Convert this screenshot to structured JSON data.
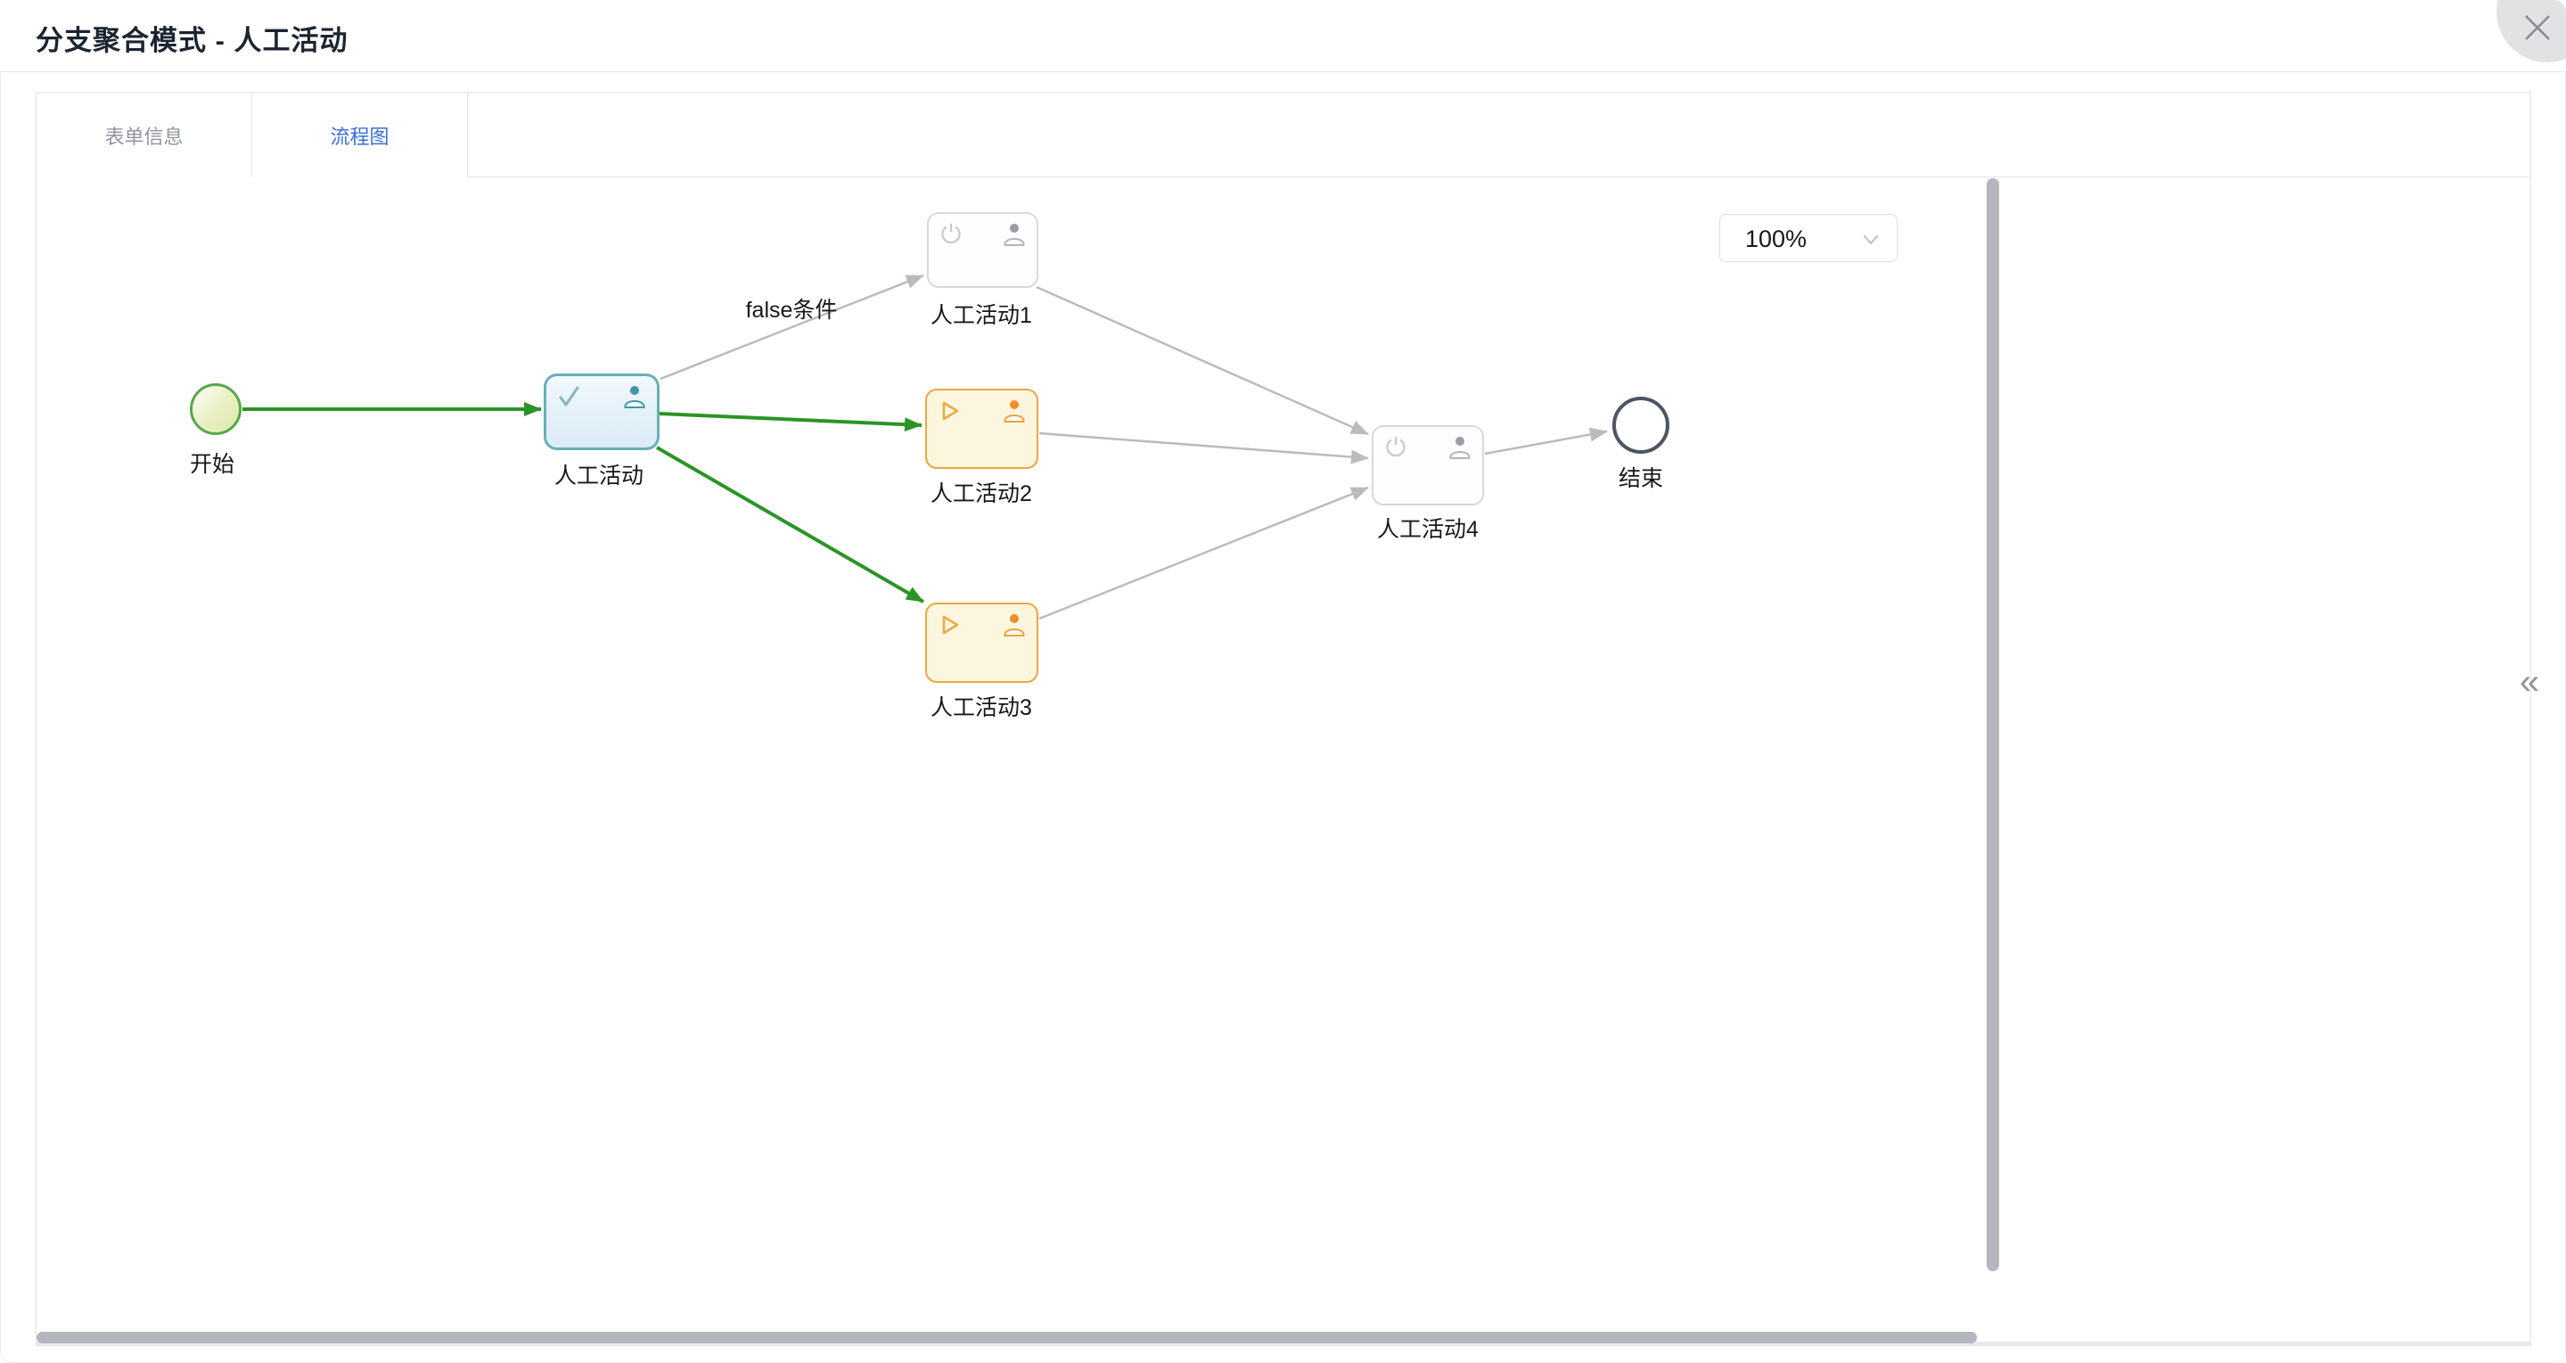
{
  "window": {
    "title": "分支聚合模式 - 人工活动"
  },
  "tabs": [
    {
      "label": "表单信息",
      "active": false
    },
    {
      "label": "流程图",
      "active": true
    }
  ],
  "canvas_toolbar": {
    "zoom_value": "100%"
  },
  "side_panel": {
    "collapse_glyph": "«"
  },
  "diagram": {
    "nodes": [
      {
        "id": "start",
        "type": "start-event",
        "label": "开始",
        "status": "completed"
      },
      {
        "id": "user-task",
        "type": "user-task",
        "label": "人工活动",
        "status": "completed",
        "corner_icon": "check-icon",
        "person_icon": "user-icon"
      },
      {
        "id": "user-task-1",
        "type": "user-task",
        "label": "人工活动1",
        "status": "not-activated",
        "corner_icon": "power-icon",
        "person_icon": "user-icon"
      },
      {
        "id": "user-task-2",
        "type": "user-task",
        "label": "人工活动2",
        "status": "running",
        "corner_icon": "play-icon",
        "person_icon": "user-icon"
      },
      {
        "id": "user-task-3",
        "type": "user-task",
        "label": "人工活动3",
        "status": "running",
        "corner_icon": "play-icon",
        "person_icon": "user-icon"
      },
      {
        "id": "user-task-4",
        "type": "user-task",
        "label": "人工活动4",
        "status": "not-activated",
        "corner_icon": "power-icon",
        "person_icon": "user-icon"
      },
      {
        "id": "end",
        "type": "end-event",
        "label": "结束",
        "status": "not-activated"
      }
    ],
    "edges": [
      {
        "from": "start",
        "to": "user-task",
        "taken": true,
        "label": ""
      },
      {
        "from": "user-task",
        "to": "user-task-1",
        "taken": false,
        "label": "false条件"
      },
      {
        "from": "user-task",
        "to": "user-task-2",
        "taken": true,
        "label": ""
      },
      {
        "from": "user-task",
        "to": "user-task-3",
        "taken": true,
        "label": ""
      },
      {
        "from": "user-task-1",
        "to": "user-task-4",
        "taken": false,
        "label": ""
      },
      {
        "from": "user-task-2",
        "to": "user-task-4",
        "taken": false,
        "label": ""
      },
      {
        "from": "user-task-3",
        "to": "user-task-4",
        "taken": false,
        "label": ""
      },
      {
        "from": "user-task-4",
        "to": "end",
        "taken": false,
        "label": ""
      }
    ]
  },
  "colors": {
    "taken_edge": "#2b9426",
    "untaken_edge": "#b9bbc0",
    "active_tab_text": "#3a6fd4",
    "inactive_tab_text": "#8f949c",
    "completed_node_border": "#68b0b6",
    "completed_node_fill": "#e8f3fa",
    "running_node_border": "#eba73f",
    "running_node_fill": "#fdf6df",
    "idle_node_border": "#d7d9de",
    "start_node_border": "#55a84b",
    "start_node_fill": "#e4ecb6",
    "end_node_border": "#4c5564"
  }
}
